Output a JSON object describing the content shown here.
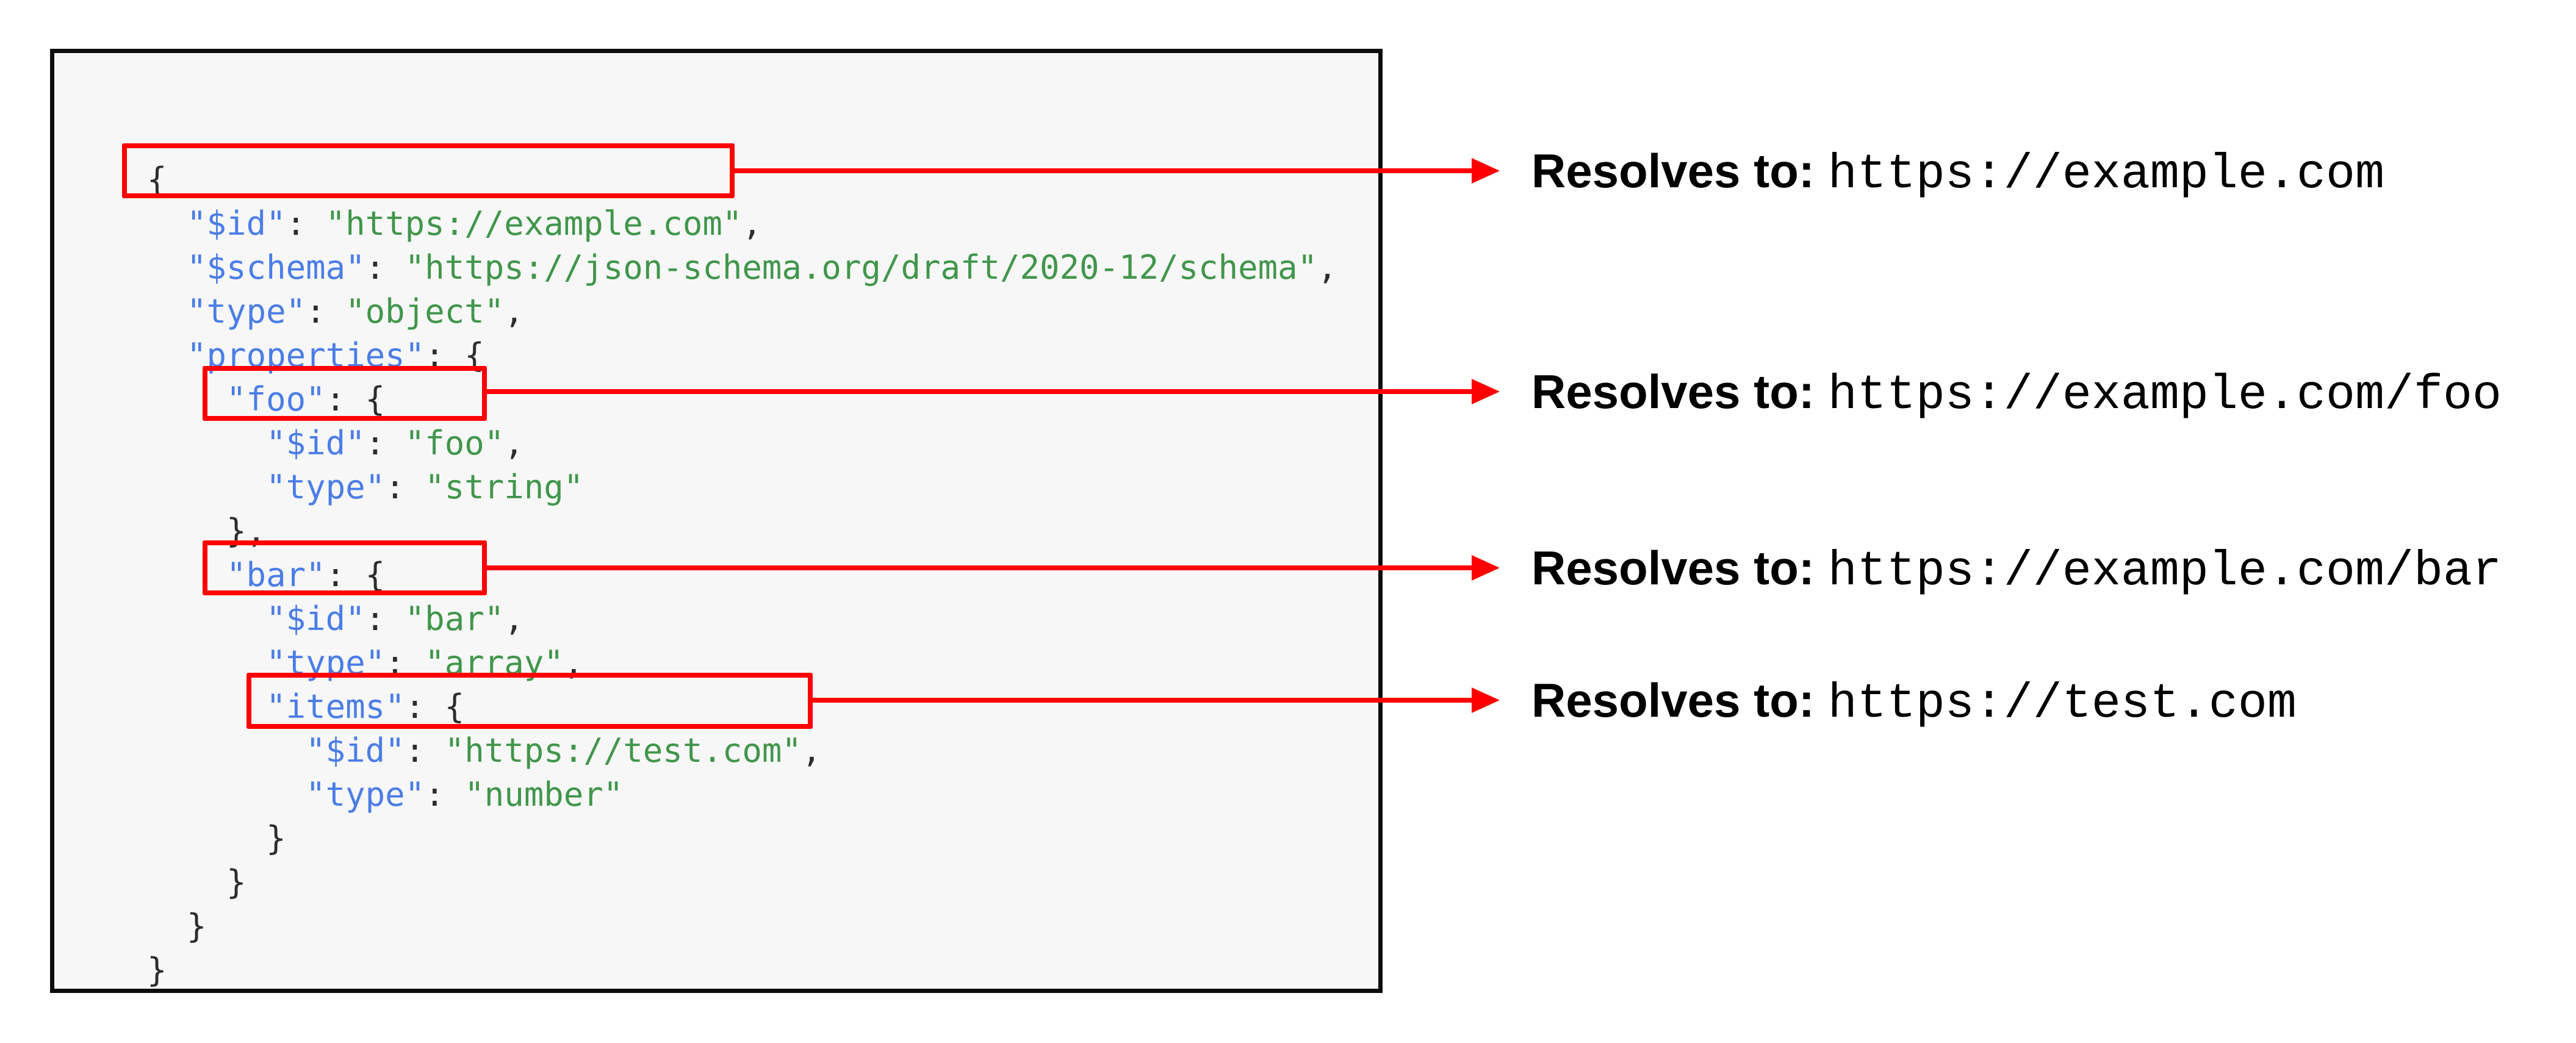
{
  "colors": {
    "key": "#4b7de6",
    "string": "#41964b",
    "punctuation": "#2d2d2d",
    "highlight": "#fe0000",
    "panel_bg": "#f7f7f7",
    "panel_border": "#0d0d0d",
    "annotation_text": "#000000"
  },
  "code": {
    "language": "json",
    "lines": [
      [
        {
          "c": "p",
          "t": "{"
        }
      ],
      [
        {
          "c": "p",
          "t": "  "
        },
        {
          "c": "k",
          "t": "\"$id\""
        },
        {
          "c": "p",
          "t": ": "
        },
        {
          "c": "s",
          "t": "\"https://example.com\""
        },
        {
          "c": "p",
          "t": ","
        }
      ],
      [
        {
          "c": "p",
          "t": "  "
        },
        {
          "c": "k",
          "t": "\"$schema\""
        },
        {
          "c": "p",
          "t": ": "
        },
        {
          "c": "s",
          "t": "\"https://json-schema.org/draft/2020-12/schema\""
        },
        {
          "c": "p",
          "t": ","
        }
      ],
      [
        {
          "c": "p",
          "t": "  "
        },
        {
          "c": "k",
          "t": "\"type\""
        },
        {
          "c": "p",
          "t": ": "
        },
        {
          "c": "s",
          "t": "\"object\""
        },
        {
          "c": "p",
          "t": ","
        }
      ],
      [
        {
          "c": "p",
          "t": "  "
        },
        {
          "c": "k",
          "t": "\"properties\""
        },
        {
          "c": "p",
          "t": ": {"
        }
      ],
      [
        {
          "c": "p",
          "t": "    "
        },
        {
          "c": "k",
          "t": "\"foo\""
        },
        {
          "c": "p",
          "t": ": {"
        }
      ],
      [
        {
          "c": "p",
          "t": "      "
        },
        {
          "c": "k",
          "t": "\"$id\""
        },
        {
          "c": "p",
          "t": ": "
        },
        {
          "c": "s",
          "t": "\"foo\""
        },
        {
          "c": "p",
          "t": ","
        }
      ],
      [
        {
          "c": "p",
          "t": "      "
        },
        {
          "c": "k",
          "t": "\"type\""
        },
        {
          "c": "p",
          "t": ": "
        },
        {
          "c": "s",
          "t": "\"string\""
        }
      ],
      [
        {
          "c": "p",
          "t": "    },"
        }
      ],
      [
        {
          "c": "p",
          "t": "    "
        },
        {
          "c": "k",
          "t": "\"bar\""
        },
        {
          "c": "p",
          "t": ": {"
        }
      ],
      [
        {
          "c": "p",
          "t": "      "
        },
        {
          "c": "k",
          "t": "\"$id\""
        },
        {
          "c": "p",
          "t": ": "
        },
        {
          "c": "s",
          "t": "\"bar\""
        },
        {
          "c": "p",
          "t": ","
        }
      ],
      [
        {
          "c": "p",
          "t": "      "
        },
        {
          "c": "k",
          "t": "\"type\""
        },
        {
          "c": "p",
          "t": ": "
        },
        {
          "c": "s",
          "t": "\"array\""
        },
        {
          "c": "p",
          "t": ","
        }
      ],
      [
        {
          "c": "p",
          "t": "      "
        },
        {
          "c": "k",
          "t": "\"items\""
        },
        {
          "c": "p",
          "t": ": {"
        }
      ],
      [
        {
          "c": "p",
          "t": "        "
        },
        {
          "c": "k",
          "t": "\"$id\""
        },
        {
          "c": "p",
          "t": ": "
        },
        {
          "c": "s",
          "t": "\"https://test.com\""
        },
        {
          "c": "p",
          "t": ","
        }
      ],
      [
        {
          "c": "p",
          "t": "        "
        },
        {
          "c": "k",
          "t": "\"type\""
        },
        {
          "c": "p",
          "t": ": "
        },
        {
          "c": "s",
          "t": "\"number\""
        }
      ],
      [
        {
          "c": "p",
          "t": "      }"
        }
      ],
      [
        {
          "c": "p",
          "t": "    }"
        }
      ],
      [
        {
          "c": "p",
          "t": "  }"
        }
      ],
      [
        {
          "c": "p",
          "t": "}"
        }
      ]
    ]
  },
  "annotations": [
    {
      "label": "Resolves to:",
      "url": "https://example.com"
    },
    {
      "label": "Resolves to:",
      "url": "https://example.com/foo"
    },
    {
      "label": "Resolves to:",
      "url": "https://example.com/bar"
    },
    {
      "label": "Resolves to:",
      "url": "https://test.com"
    }
  ]
}
